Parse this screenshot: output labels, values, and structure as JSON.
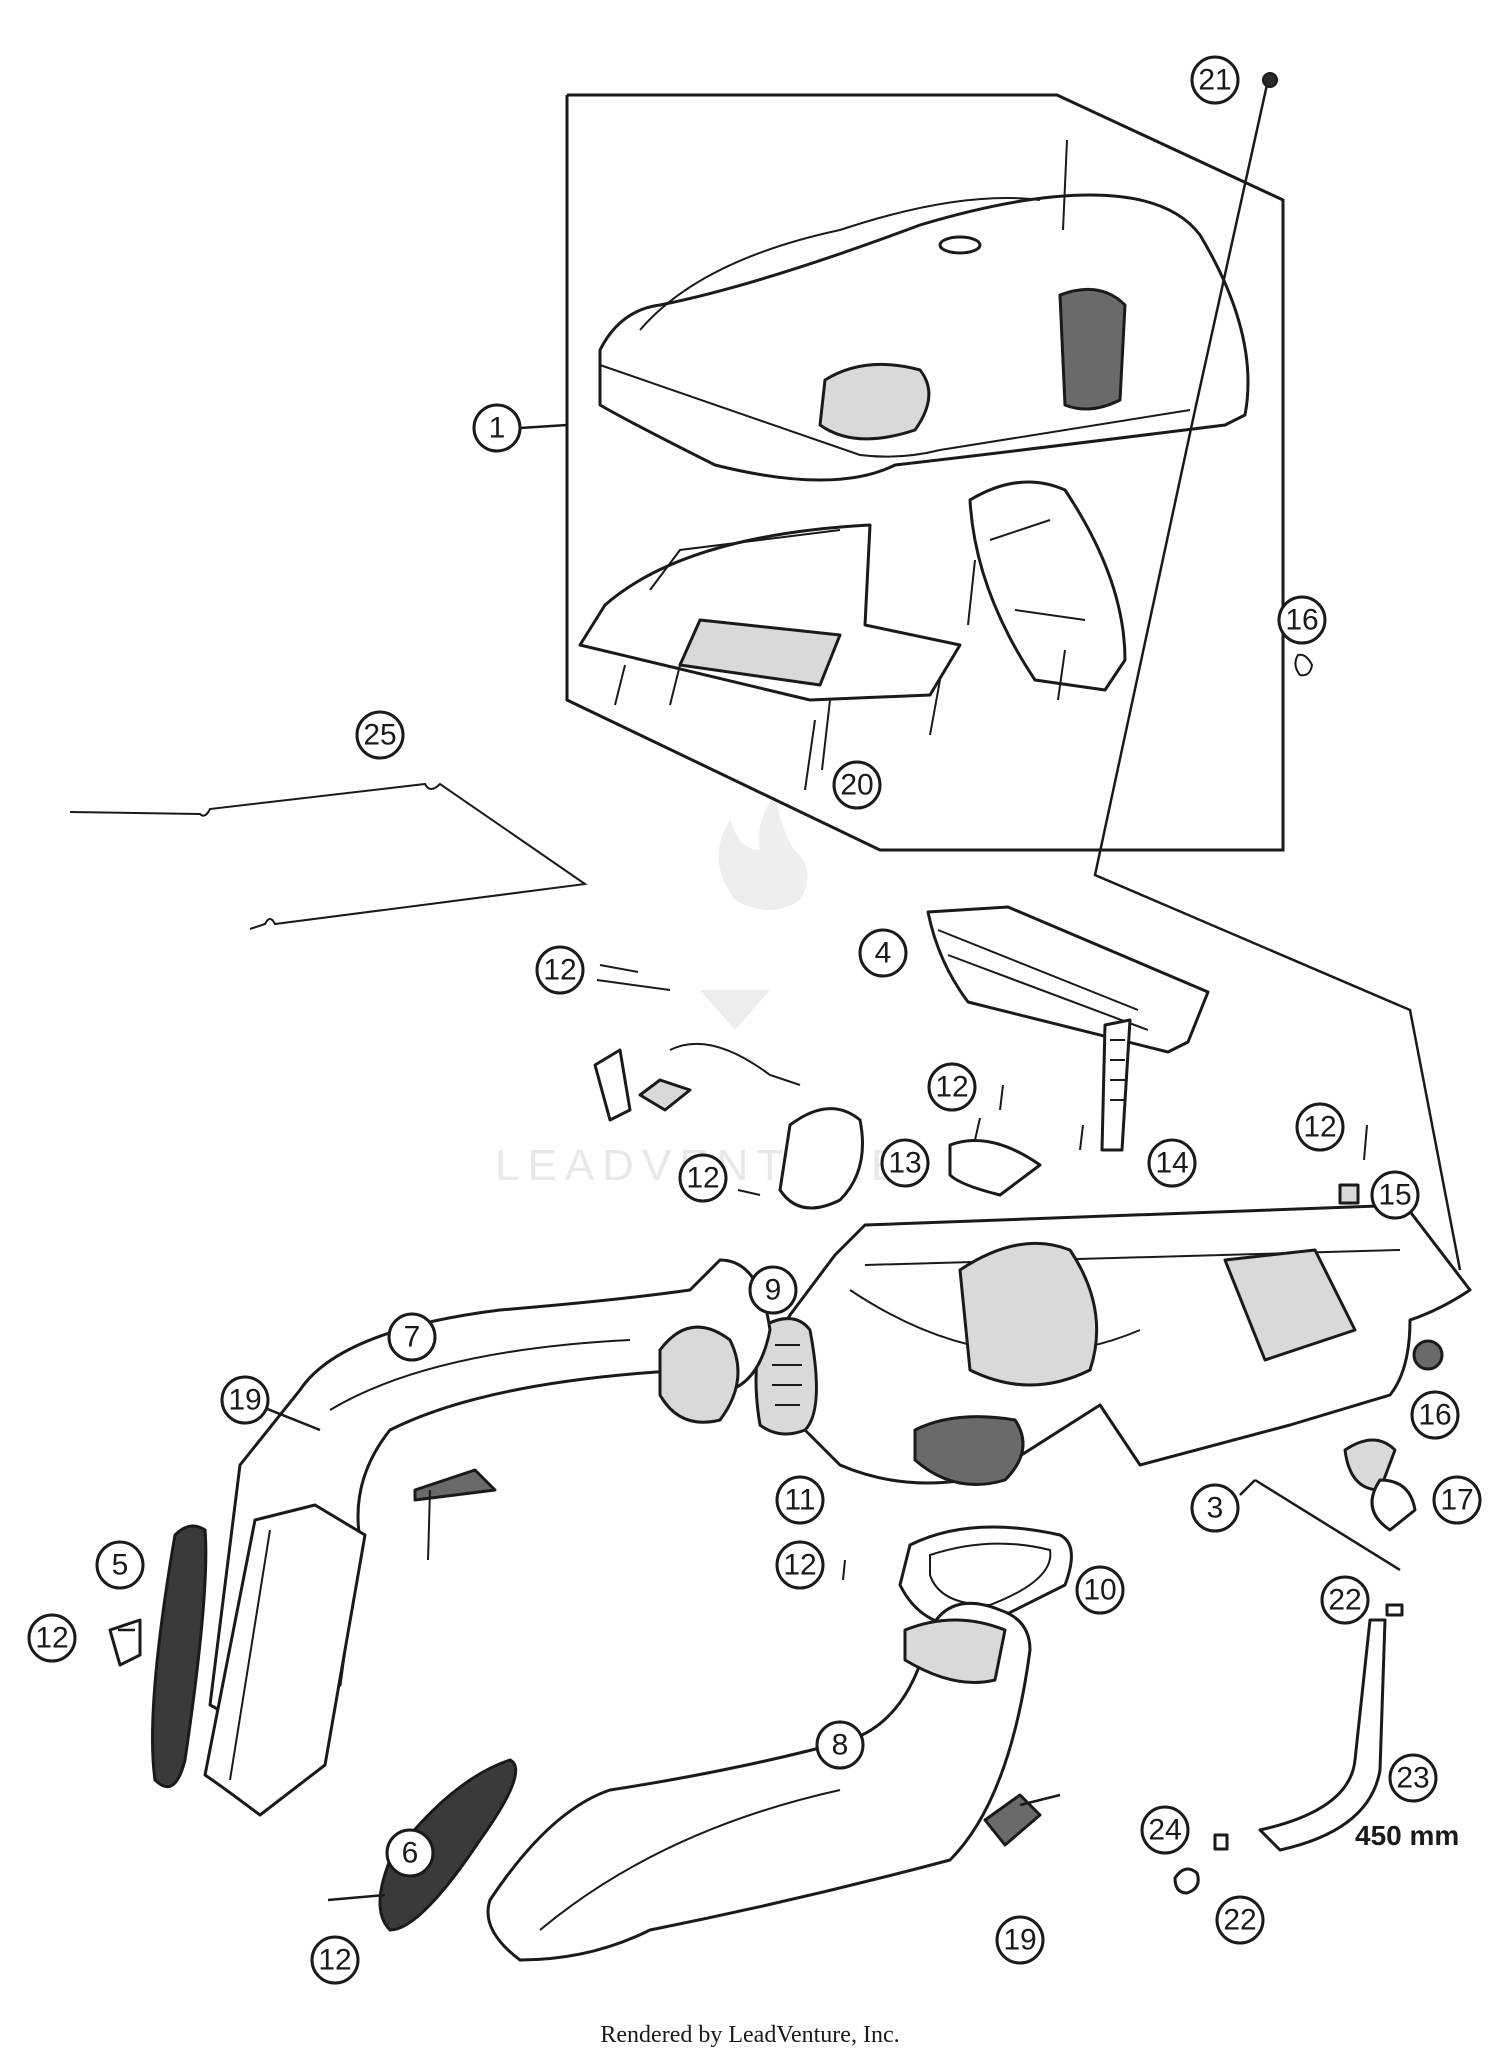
{
  "callouts": {
    "c1": "1",
    "c3": "3",
    "c4": "4",
    "c5": "5",
    "c6": "6",
    "c7": "7",
    "c8": "8",
    "c9": "9",
    "c10": "10",
    "c11": "11",
    "c12a": "12",
    "c12b": "12",
    "c12c": "12",
    "c12d": "12",
    "c12e": "12",
    "c12f": "12",
    "c12g": "12",
    "c13": "13",
    "c14": "14",
    "c15": "15",
    "c16a": "16",
    "c16b": "16",
    "c17": "17",
    "c19a": "19",
    "c19b": "19",
    "c20": "20",
    "c21": "21",
    "c22a": "22",
    "c22b": "22",
    "c23": "23",
    "c24": "24",
    "c25": "25"
  },
  "hose_length": "450 mm",
  "watermark": "LEADVENTURE",
  "credit": "Rendered by LeadVenture, Inc."
}
